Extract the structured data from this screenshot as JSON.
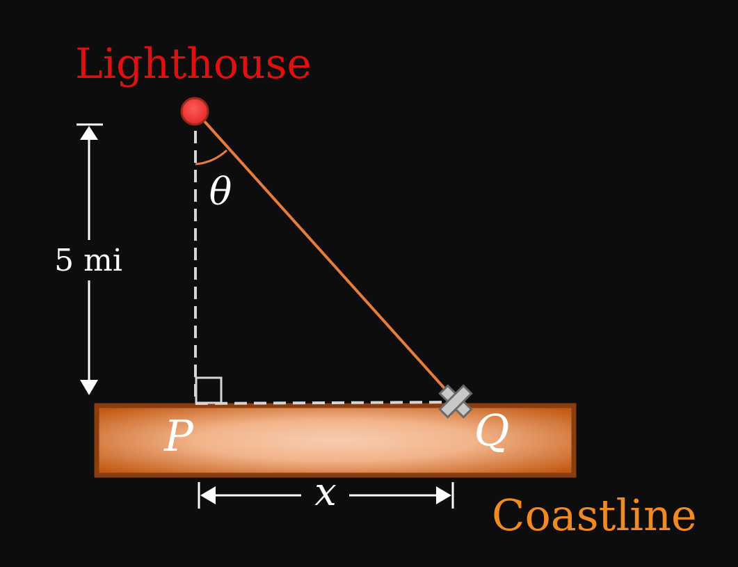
{
  "labels": {
    "lighthouse": "Lighthouse",
    "theta": "θ",
    "distance": "5 mi",
    "point_p": "P",
    "point_q": "Q",
    "x": "x",
    "coastline": "Coastline"
  },
  "colors": {
    "background": "#0d0d0d",
    "lighthouse_text": "#e01010",
    "lighthouse_dot": "#ff3b3b",
    "beam": "#e87c3c",
    "coastline_text": "#f28a22",
    "coast_border": "#8a3d10",
    "coast_center": "#f7cdb0",
    "coast_edge": "#c25a14",
    "marker": "#c8c8c8",
    "dashed": "#d6d6d6",
    "dimension": "#ffffff"
  },
  "icons": {
    "lighthouse": "red-dot",
    "q_marker": "x-mark"
  }
}
